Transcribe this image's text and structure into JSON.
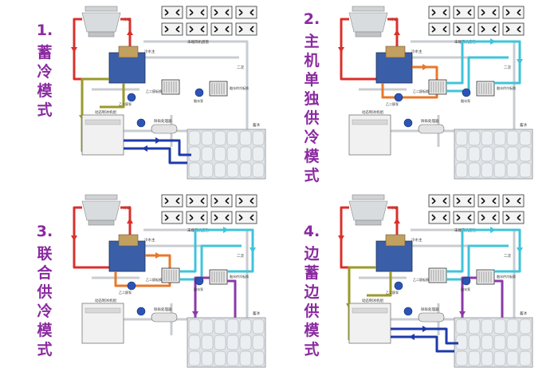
{
  "colors": {
    "title": "#8a2aa0",
    "red": "#d9302c",
    "orange": "#e8782a",
    "blue": "#1e3aa8",
    "cyan": "#3fc4da",
    "purple": "#8b3aa8",
    "olive": "#9a9a2a",
    "gray": "#c9ccd0"
  },
  "icons": [
    "cooling-tower-icon",
    "chiller-icon",
    "plate-exchanger-icon",
    "pump-icon",
    "ice-tank-icon",
    "fan-coil-icon",
    "ice-maker-icon"
  ],
  "labels": {
    "cooling_tower": "冷却",
    "chiller": "冷水主",
    "fan_coil": "末端风机盘管",
    "ice_maker": "动态制冰机组",
    "dosing": "除垢处理器",
    "storage": "蓄冰",
    "secondary": "二次",
    "pump2": "乙二醇泵",
    "heat_ex": "融冰供冷板换",
    "coldhex": "乙二醇板换",
    "ice_pump": "融冰泵"
  },
  "panels": [
    {
      "id": "p1",
      "num": "1.",
      "title": [
        "蓄",
        "冷",
        "模",
        "式"
      ],
      "flows": [
        "red",
        "olive",
        "blue"
      ]
    },
    {
      "id": "p2",
      "num": "2.",
      "title": [
        "主",
        "机",
        "单",
        "独",
        "供",
        "冷",
        "模",
        "式"
      ],
      "flows": [
        "red",
        "orange",
        "cyan"
      ]
    },
    {
      "id": "p3",
      "num": "3.",
      "title": [
        "联",
        "合",
        "供",
        "冷",
        "模",
        "式"
      ],
      "flows": [
        "red",
        "orange",
        "cyan",
        "purple"
      ]
    },
    {
      "id": "p4",
      "num": "4.",
      "title": [
        "边",
        "蓄",
        "边",
        "供",
        "模",
        "式"
      ],
      "flows": [
        "red",
        "olive",
        "blue",
        "cyan",
        "purple"
      ]
    }
  ]
}
